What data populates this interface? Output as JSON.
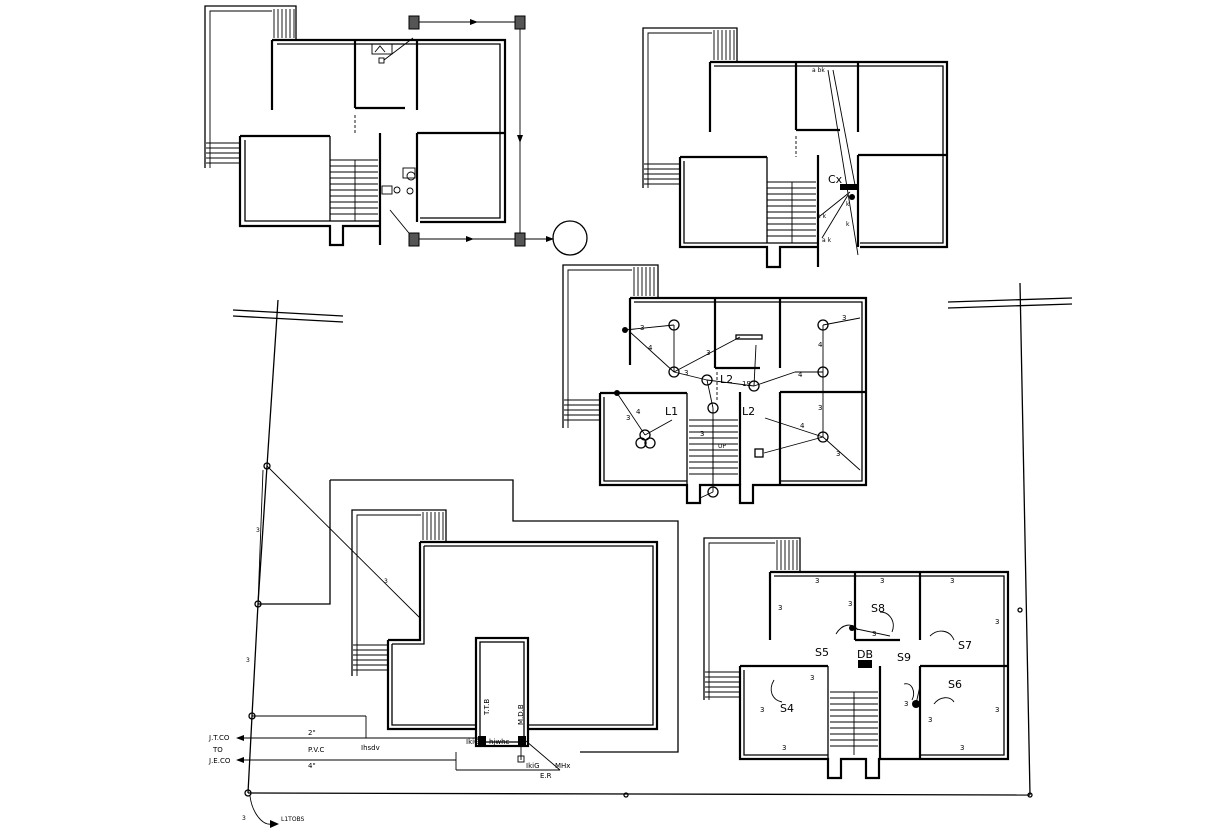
{
  "colors": {
    "line": "#000000",
    "background": "#ffffff"
  },
  "plan2": {
    "tag_cx": "Cx"
  },
  "plan3": {
    "tag_l1": "L1",
    "tag_l2a": "L2",
    "tag_l2b": "L2",
    "tag_up": "UP",
    "wire_3": "3",
    "wire_4": "4"
  },
  "plan4": {
    "tag_s4": "S4",
    "tag_s5": "S5",
    "tag_s6": "S6",
    "tag_s7": "S7",
    "tag_s8": "S8",
    "tag_s9": "S9",
    "tag_db": "DB",
    "wire_3": "3"
  },
  "site": {
    "ttb": "T.T.B",
    "mdb": "M.D.B",
    "jtco": "J.T.CO",
    "to": "TO",
    "jeco": "J.E.CO",
    "pipe_2": "2\"",
    "pvc": "P.V.C",
    "pipe_4": "4\"",
    "er": "E.R",
    "note_ihsdv": "Ihsdv",
    "note_hjwhc": "hjwhc",
    "note_ikig": "IkiG",
    "note_ikig2": "IkiG",
    "note_mhx": "MHx",
    "note_l1tobs": "L1TOBS",
    "wire_3": "3"
  }
}
